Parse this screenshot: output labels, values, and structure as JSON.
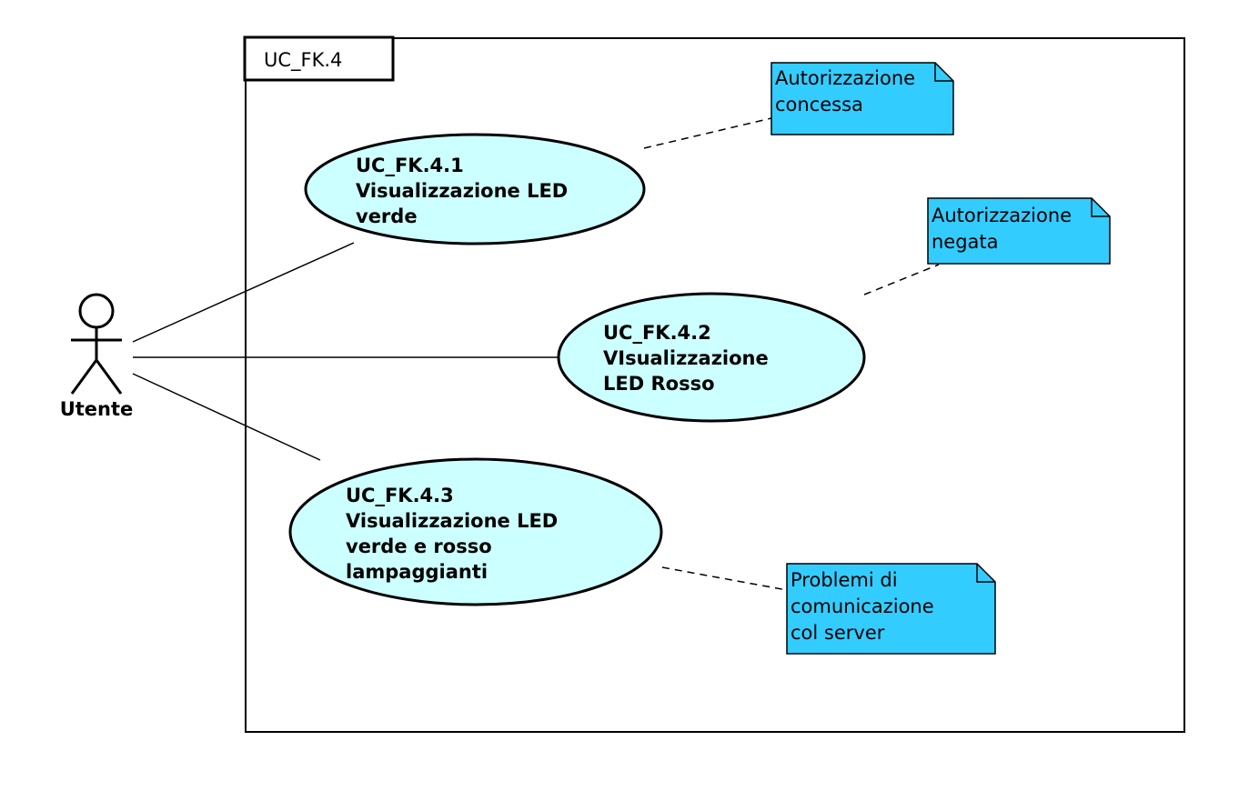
{
  "diagram": {
    "boundary": {
      "title": "UC_FK.4"
    },
    "actor": {
      "name": "Utente"
    },
    "use_cases": [
      {
        "lines": [
          "UC_FK.4.1",
          "Visualizzazione LED",
          "verde"
        ]
      },
      {
        "lines": [
          "UC_FK.4.2",
          "VIsualizzazione",
          "LED Rosso"
        ]
      },
      {
        "lines": [
          "UC_FK.4.3",
          "Visualizzazione LED",
          "verde e rosso",
          "lampaggianti"
        ]
      }
    ],
    "notes": [
      {
        "lines": [
          "Autorizzazione",
          "concessa"
        ]
      },
      {
        "lines": [
          "Autorizzazione",
          "negata"
        ]
      },
      {
        "lines": [
          "Problemi di",
          "comunicazione",
          "col server"
        ]
      }
    ],
    "colors": {
      "use_case_fill": "#ccffff",
      "note_fill": "#33ccff",
      "stroke": "#000000",
      "background": "#ffffff"
    }
  }
}
